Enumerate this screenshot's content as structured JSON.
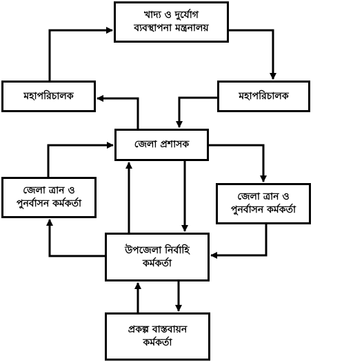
{
  "boxes": {
    "ministry": {
      "line1": "খাদ্য ও দুর্যোগ",
      "line2": "ব্যবস্থাপনা মন্ত্রনালয়"
    },
    "dg_left": {
      "line1": "মহাপরিচালক"
    },
    "dg_right": {
      "line1": "মহাপরিচালক"
    },
    "dc": {
      "line1": "জেলা প্রশাসক"
    },
    "dro_left": {
      "line1": "জেলা ত্রান ও",
      "line2": "পুনর্বাসন কর্মকর্তা"
    },
    "dro_right": {
      "line1": "জেলা ত্রান ও",
      "line2": "পুনর্বাসন কর্মকর্তা"
    },
    "uno": {
      "line1": "উপজেলা নির্বাহি",
      "line2": "কর্মকর্তা"
    },
    "pio": {
      "line1": "প্রকল্প বাস্তবায়ন",
      "line2": "কর্মকর্তা"
    }
  },
  "colors": {
    "line": "#000000",
    "background": "#ffffff"
  }
}
